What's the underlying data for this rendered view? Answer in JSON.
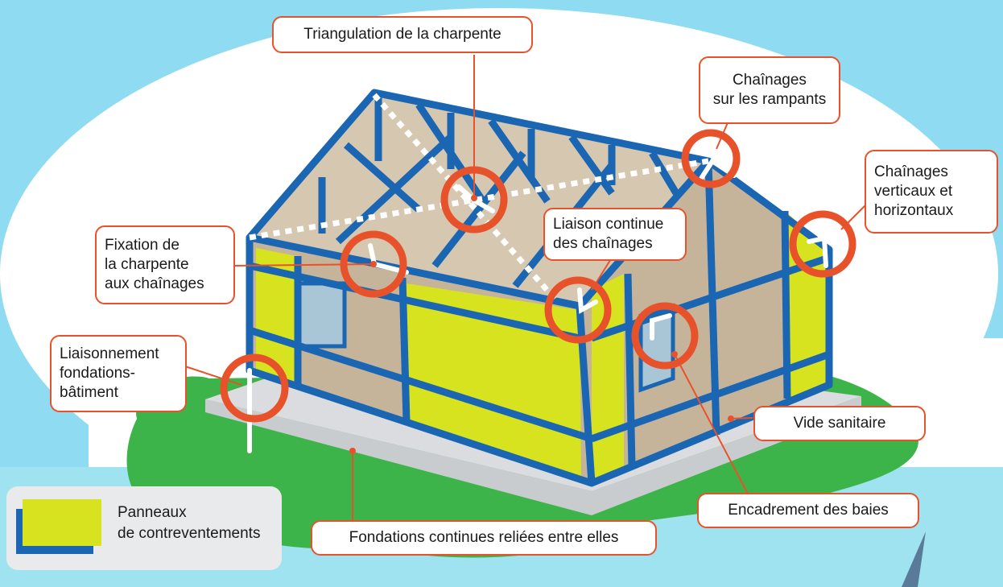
{
  "colors": {
    "sky": "#8fdcf2",
    "frame_blue": "#1a66b3",
    "panel_yellow": "#d6e31e",
    "wall_beige": "#c6b49a",
    "grass": "#3cb44a",
    "foundation": "#c9cccf",
    "callout_border": "#e8522b"
  },
  "callouts": {
    "triangulation": "Triangulation de la charpente",
    "rampants": "Chaînages\nsur les rampants",
    "verticaux": "Chaînages\nverticaux et\nhorizontaux",
    "liaison_continue": "Liaison continue\ndes chaînages",
    "fixation": "Fixation de\nla charpente\naux chaînages",
    "liaisonnement": "Liaisonnement\nfondations-\nbâtiment",
    "vide_sanitaire": "Vide sanitaire",
    "encadrement": "Encadrement des baies",
    "fondations": "Fondations continues reliées entre elles"
  },
  "legend": {
    "label": "Panneaux\nde contreventements"
  }
}
